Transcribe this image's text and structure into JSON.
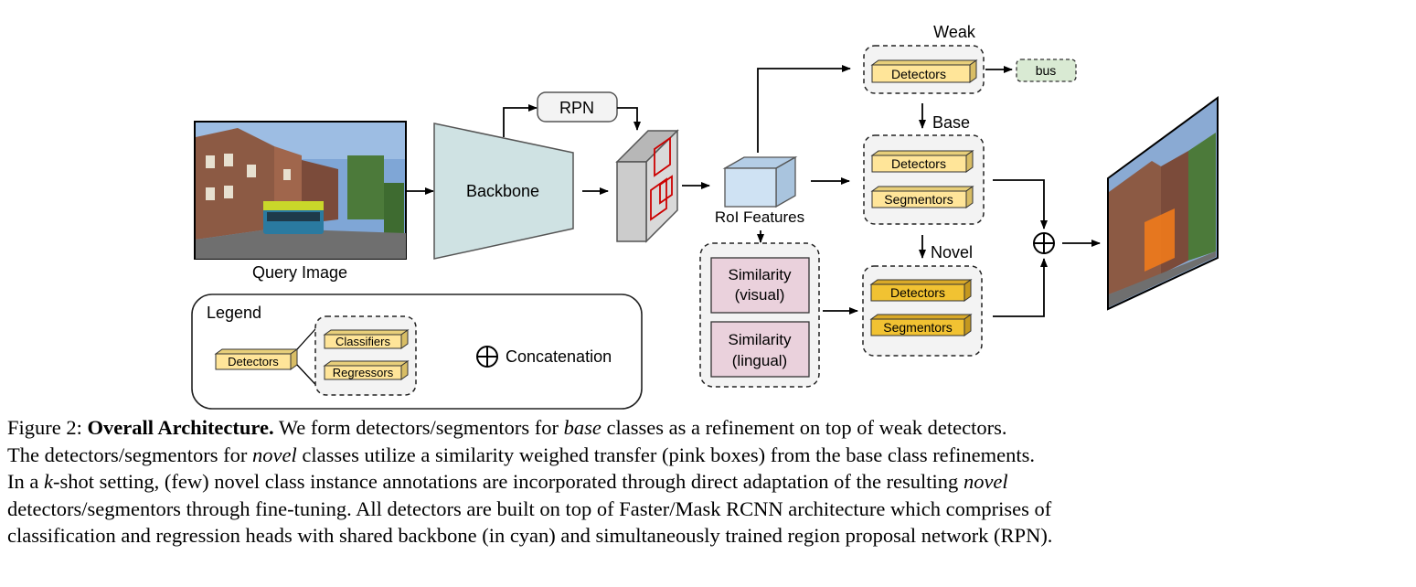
{
  "diagram": {
    "labels": {
      "query_image": "Query Image",
      "backbone": "Backbone",
      "rpn": "RPN",
      "roi_features": "RoI Features",
      "weak": "Weak",
      "base": "Base",
      "novel": "Novel",
      "detectors": "Detectors",
      "segmentors": "Segmentors",
      "bus": "bus",
      "similarity_visual_1": "Similarity",
      "similarity_visual_2": "(visual)",
      "similarity_lingual_1": "Similarity",
      "similarity_lingual_2": "(lingual)"
    },
    "legend": {
      "title": "Legend",
      "detectors": "Detectors",
      "classifiers": "Classifiers",
      "regressors": "Regressors",
      "concat_symbol": "⊕",
      "concatenation": "Concatenation"
    },
    "colors": {
      "backbone": "#cfe2e3",
      "roi": "#cfe2f3",
      "detector_light": "#ffe599",
      "detector_dark": "#f1c232",
      "similarity": "#ead1dc",
      "bus": "#d9ead3",
      "box_fill": "#f3f3f3",
      "rpn_box": "#cc0000"
    }
  },
  "caption": {
    "line1": {
      "prefix": "Figure 2: ",
      "bold": "Overall Architecture.",
      "a": " We form detectors/segmentors for ",
      "em1": "base",
      "b": " classes as a refinement on top of weak detectors."
    },
    "line2": {
      "a": "The detectors/segmentors for ",
      "em1": "novel",
      "b": " classes utilize a similarity weighed transfer (pink boxes) from the base class refinements."
    },
    "line3": {
      "a": "In a ",
      "em1": "k",
      "b": "-shot setting, (few) novel class instance annotations are incorporated through direct adaptation of the resulting ",
      "em2": "novel"
    },
    "line4": "detectors/segmentors through fine-tuning. All detectors are built on top of Faster/Mask RCNN architecture which comprises of",
    "line5": "classification and regression heads with shared backbone (in cyan) and simultaneously trained region proposal network (RPN)."
  }
}
